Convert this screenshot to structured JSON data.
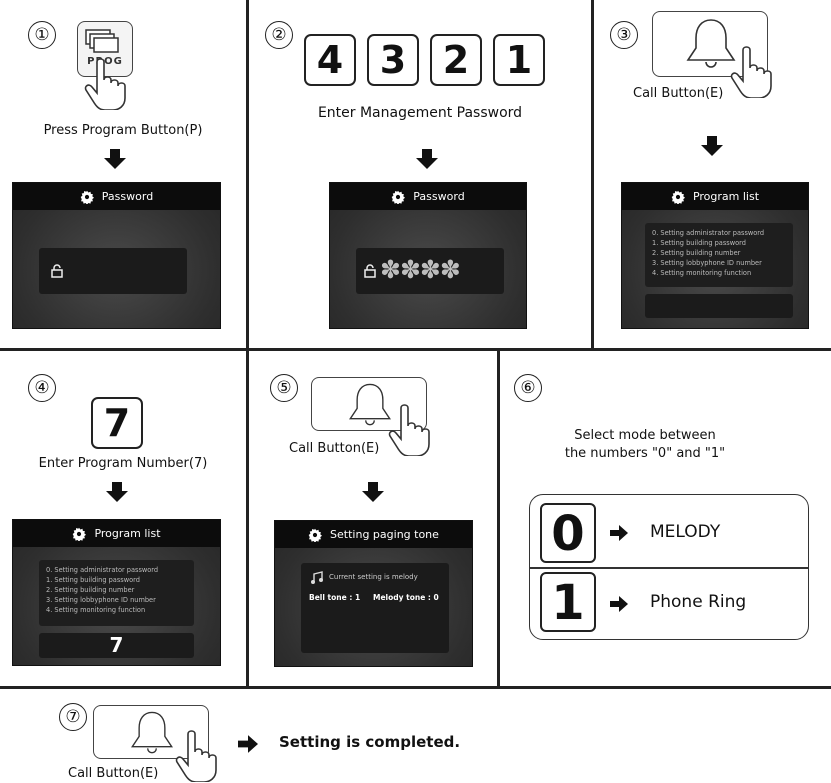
{
  "steps": {
    "s1": {
      "num": "①",
      "prog_label": "PROG",
      "caption": "Press Program Button(P)",
      "screen_title": "Password"
    },
    "s2": {
      "num": "②",
      "digits": [
        "4",
        "3",
        "2",
        "1"
      ],
      "caption": "Enter Management Password",
      "screen_title": "Password",
      "masked": "✽✽✽✽"
    },
    "s3": {
      "num": "③",
      "caption": "Call Button(E)",
      "screen_title": "Program list"
    },
    "s4": {
      "num": "④",
      "digit": "7",
      "caption": "Enter Program Number(7)",
      "screen_title": "Program list",
      "entered": "7"
    },
    "s5": {
      "num": "⑤",
      "caption": "Call Button(E)",
      "screen_title": "Setting paging tone",
      "current": "Current setting is melody",
      "bell_tone": "Bell tone : 1",
      "melody_tone": "Melody tone : 0"
    },
    "s6": {
      "num": "⑥",
      "instruction_line1": "Select mode between",
      "instruction_line2": "the numbers \"0\" and \"1\"",
      "modes": [
        {
          "key": "0",
          "label": "MELODY"
        },
        {
          "key": "1",
          "label": "Phone Ring"
        }
      ]
    },
    "s7": {
      "num": "⑦",
      "caption": "Call Button(E)",
      "result": "Setting is completed."
    }
  },
  "program_list": [
    "0. Setting administrator password",
    "1. Setting building password",
    "2. Setting building number",
    "3. Setting lobbyphone ID number",
    "4. Setting monitoring function"
  ],
  "icons": {
    "gear": "gear-icon",
    "lock": "lock-icon",
    "bell": "bell-icon",
    "hand": "pointing-hand-icon",
    "arrow_down": "arrow-down-icon",
    "arrow_right": "arrow-right-icon",
    "music": "music-note-icon"
  }
}
